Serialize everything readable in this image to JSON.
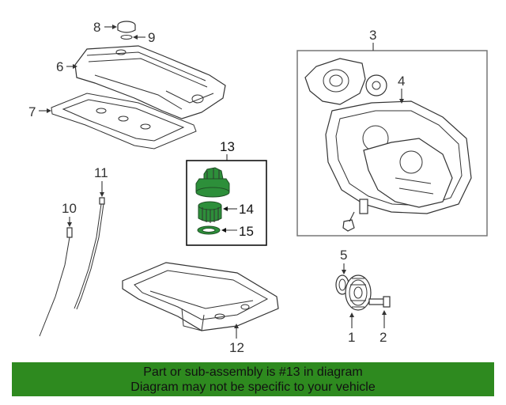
{
  "callouts": {
    "c1": "1",
    "c2": "2",
    "c3": "3",
    "c4": "4",
    "c5": "5",
    "c6": "6",
    "c7": "7",
    "c8": "8",
    "c9": "9",
    "c10": "10",
    "c11": "11",
    "c12": "12",
    "c13": "13",
    "c14": "14",
    "c15": "15"
  },
  "banner": {
    "line1": "Part or sub-assembly is #13 in diagram",
    "line2": "Diagram may not be specific to your vehicle"
  },
  "colors": {
    "highlight": "#2d8f3a",
    "banner_bg": "#2e8a1f",
    "line": "#333333"
  }
}
